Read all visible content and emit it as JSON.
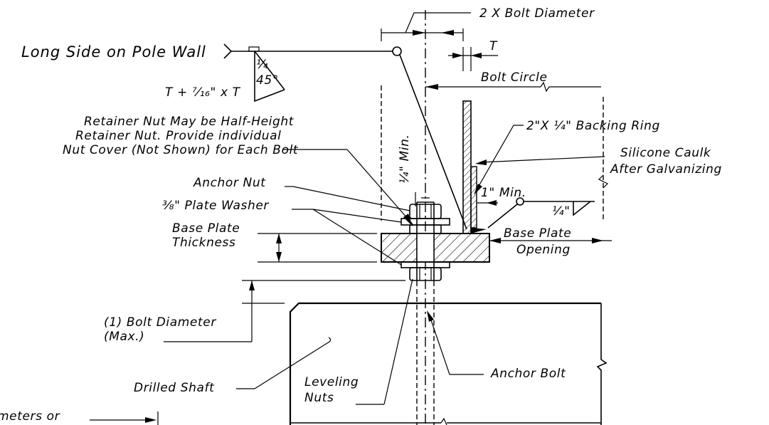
{
  "labels": {
    "bolt_diameter_2x": "2 X Bolt Diameter",
    "long_side_pole_wall": "Long Side on Pole Wall",
    "weld_size": "¼",
    "weld_angle": "45°",
    "t_plus": "T + ⁷⁄₁₆\" x T",
    "t": "T",
    "bolt_circle": "Bolt Circle",
    "retainer_line1": "Retainer Nut May be Half-Height",
    "retainer_line2": "Retainer Nut.  Provide individual",
    "retainer_line3": "Nut Cover (Not Shown) for Each Bolt",
    "backing_ring": "2\"X ¼\" Backing Ring",
    "silicone_line1": "Silicone Caulk",
    "silicone_line2": "After Galvanizing",
    "quarter_min": "¼\" Min.",
    "one_inch_min": "1\" Min.",
    "quarter_weld": "¼\"",
    "anchor_nut": "Anchor Nut",
    "plate_washer": "⅜\" Plate Washer",
    "base_plate_thickness_1": "Base Plate",
    "base_plate_thickness_2": "Thickness",
    "base_plate_opening_1": "Base Plate",
    "base_plate_opening_2": "Opening",
    "bolt_diameter_max_1": "(1) Bolt Diameter",
    "bolt_diameter_max_2": "(Max.)",
    "drilled_shaft": "Drilled Shaft",
    "leveling_nuts_1": "Leveling",
    "leveling_nuts_2": "Nuts",
    "anchor_bolt": "Anchor Bolt",
    "cut_off_text": "meters or"
  }
}
